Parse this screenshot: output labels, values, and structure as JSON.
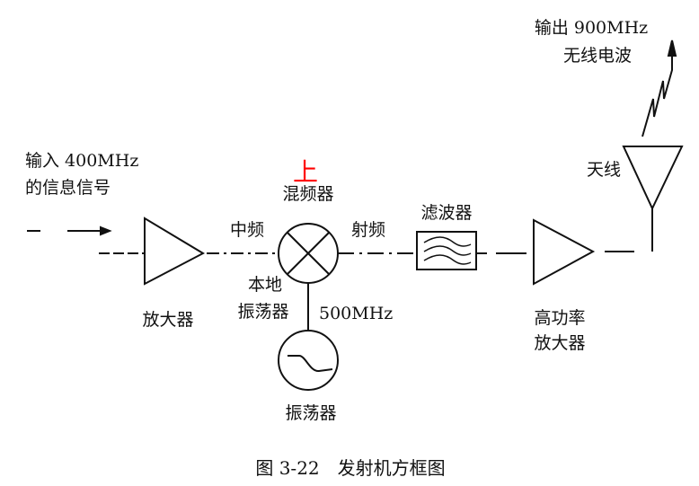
{
  "labels": {
    "input_line1": "输入 400MHz",
    "input_line2": "的信息信号",
    "amplifier": "放大器",
    "if_label": "中频",
    "mixer": "混频器",
    "mixer_mark": "上",
    "rf_label": "射频",
    "local_osc_line1": "本地",
    "local_osc_line2": "振荡器",
    "lo_freq": "500MHz",
    "oscillator": "振荡器",
    "filter": "滤波器",
    "pa_line1": "高功率",
    "pa_line2": "放大器",
    "antenna": "天线",
    "output_line1": "输出 900MHz",
    "output_line2": "无线电波"
  },
  "caption": "图 3-22　发射机方框图",
  "colors": {
    "ink": "#111111",
    "mark": "#ff0000"
  }
}
